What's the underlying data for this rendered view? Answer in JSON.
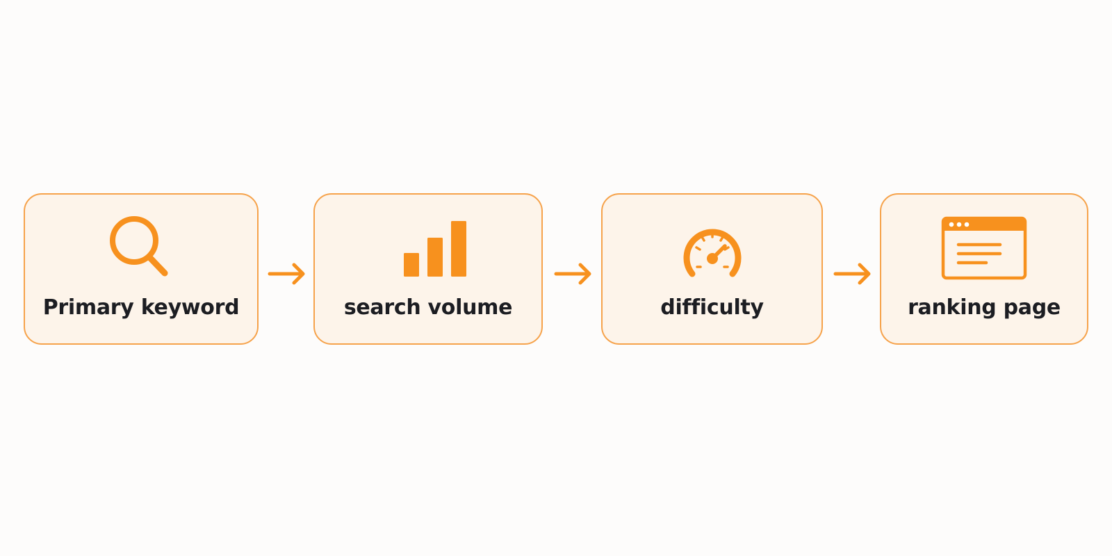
{
  "accent_color": "#f7911e",
  "steps": [
    {
      "label": "Primary keyword",
      "icon": "search-icon"
    },
    {
      "label": "search volume",
      "icon": "bar-chart-icon"
    },
    {
      "label": "difficulty",
      "icon": "gauge-icon"
    },
    {
      "label": "ranking page",
      "icon": "browser-window-icon"
    }
  ],
  "connectors": [
    "arrow-right-icon",
    "arrow-right-icon",
    "arrow-right-icon"
  ]
}
